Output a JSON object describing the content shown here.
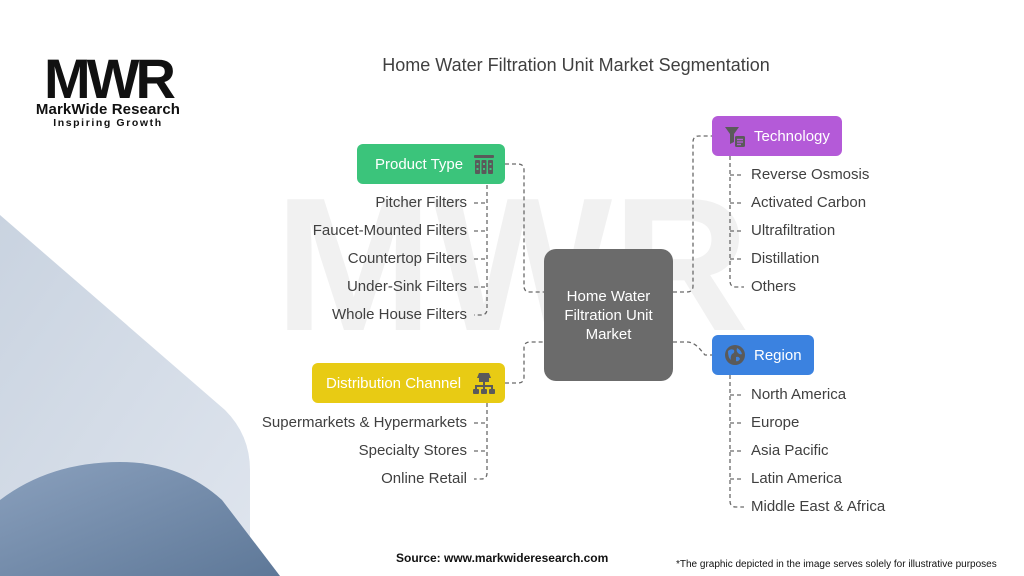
{
  "brand": {
    "logo_text": "MWR",
    "name": "MarkWide Research",
    "tagline": "Inspiring Growth"
  },
  "title": "Home Water Filtration Unit Market Segmentation",
  "center": {
    "label": "Home Water Filtration Unit Market"
  },
  "categories": {
    "product_type": {
      "label": "Product Type",
      "color": "#3bc47b",
      "icon": "filter-cartridges-icon",
      "items": [
        "Pitcher Filters",
        "Faucet-Mounted Filters",
        "Countertop Filters",
        "Under-Sink Filters",
        "Whole House Filters"
      ]
    },
    "distribution_channel": {
      "label": "Distribution Channel",
      "color": "#e8cb14",
      "icon": "distribution-network-icon",
      "items": [
        "Supermarkets & Hypermarkets",
        "Specialty Stores",
        "Online Retail"
      ]
    },
    "technology": {
      "label": "Technology",
      "color": "#b45ad8",
      "icon": "filter-funnel-icon",
      "items": [
        "Reverse Osmosis",
        "Activated Carbon",
        "Ultrafiltration",
        "Distillation",
        "Others"
      ]
    },
    "region": {
      "label": "Region",
      "color": "#3b82e0",
      "icon": "globe-icon",
      "items": [
        "North America",
        "Europe",
        "Asia Pacific",
        "Latin America",
        "Middle East & Africa"
      ]
    }
  },
  "footer": {
    "source": "Source: www.markwideresearch.com",
    "note": "*The graphic depicted in the image serves solely for illustrative purposes"
  }
}
